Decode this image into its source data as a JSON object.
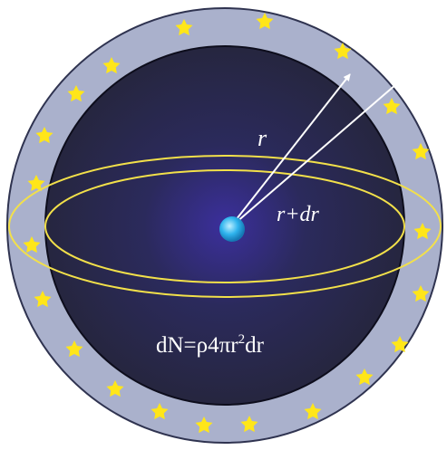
{
  "labels": {
    "r": "r",
    "r_plus": "r+",
    "dr": "dr",
    "formula_pre": "dN=ρ4πr",
    "formula_sup": "2",
    "formula_post": "dr"
  },
  "colors": {
    "outer_shell": "#aab1cc",
    "outer_edge": "#2f3350",
    "inner_edge": "#0d0d1c",
    "inner_center": "#3b2f9c",
    "inner_mid": "#2b2a5c",
    "inner_outer": "#26263f",
    "star": "#ffe619",
    "ellipse": "#f2e04a",
    "arrow": "#ffffff",
    "center_sphere": "#2fb4ee"
  },
  "icons": {
    "star": "star-icon",
    "center": "sphere-icon",
    "arrow": "arrow-icon"
  }
}
